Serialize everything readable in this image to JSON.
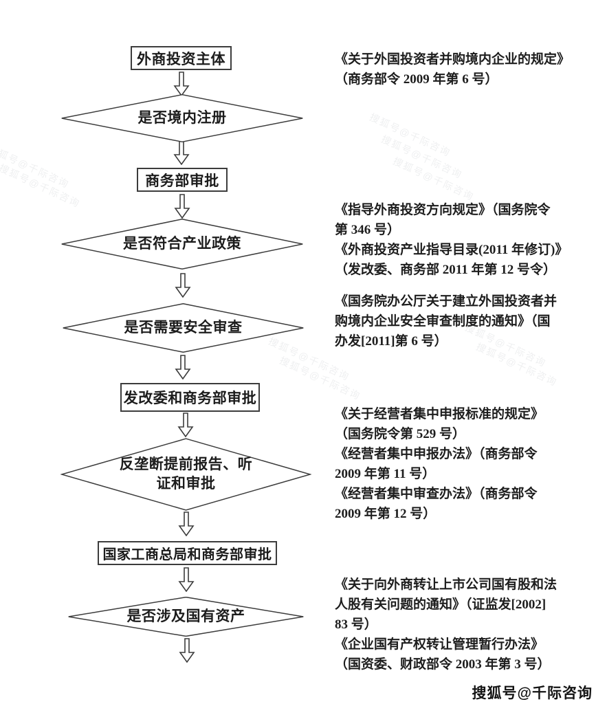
{
  "colors": {
    "ink": "#1c1c1c",
    "border": "#3c3c3c",
    "background": "#ffffff",
    "watermark_gray": "#8d949c"
  },
  "flow": {
    "nodes": [
      {
        "type": "process",
        "label": "外商投资主体"
      },
      {
        "type": "decision",
        "label": "是否境内注册"
      },
      {
        "type": "process",
        "label": "商务部审批"
      },
      {
        "type": "decision",
        "label": "是否符合产业政策"
      },
      {
        "type": "decision",
        "label": "是否需要安全审查"
      },
      {
        "type": "process",
        "label": "发改委和商务部审批"
      },
      {
        "type": "decision",
        "label": "反垄断提前报告、听",
        "label2": "证和审批"
      },
      {
        "type": "process",
        "label": "国家工商总局和商务部审批"
      },
      {
        "type": "decision",
        "label": "是否涉及国有资产"
      }
    ]
  },
  "annotations": [
    {
      "lines": [
        "《关于外国投资者并购境内企业的规定》",
        "（商务部令 2009 年第 6 号）"
      ]
    },
    {
      "lines": [
        "《指导外商投资方向规定》（国务院令",
        "第 346 号）",
        "《外商投资产业指导目录(2011 年修订)》",
        "（发改委、商务部 2011 年第 12 号令）"
      ]
    },
    {
      "lines": [
        "《国务院办公厅关于建立外国投资者并",
        "购境内企业安全审查制度的通知》（国",
        "办发[2011]第 6 号）"
      ]
    },
    {
      "lines": [
        "《关于经营者集中申报标准的规定》",
        "（国务院令第 529 号）",
        "《经营者集中申报办法》（商务部令",
        "2009 年第 11 号）",
        "《经营者集中审查办法》（商务部令",
        "2009 年第 12 号）"
      ]
    },
    {
      "lines": [
        "《关于向外商转让上市公司国有股和法",
        "人股有关问题的通知》（证监发[2002]",
        "83 号）",
        "《企业国有产权转让管理暂行办法》",
        "（国资委、财政部令 2003 年第 3 号）"
      ]
    }
  ],
  "watermark": {
    "stamp": "搜狐号@千际咨询",
    "faint": "搜狐号@千际咨询"
  }
}
